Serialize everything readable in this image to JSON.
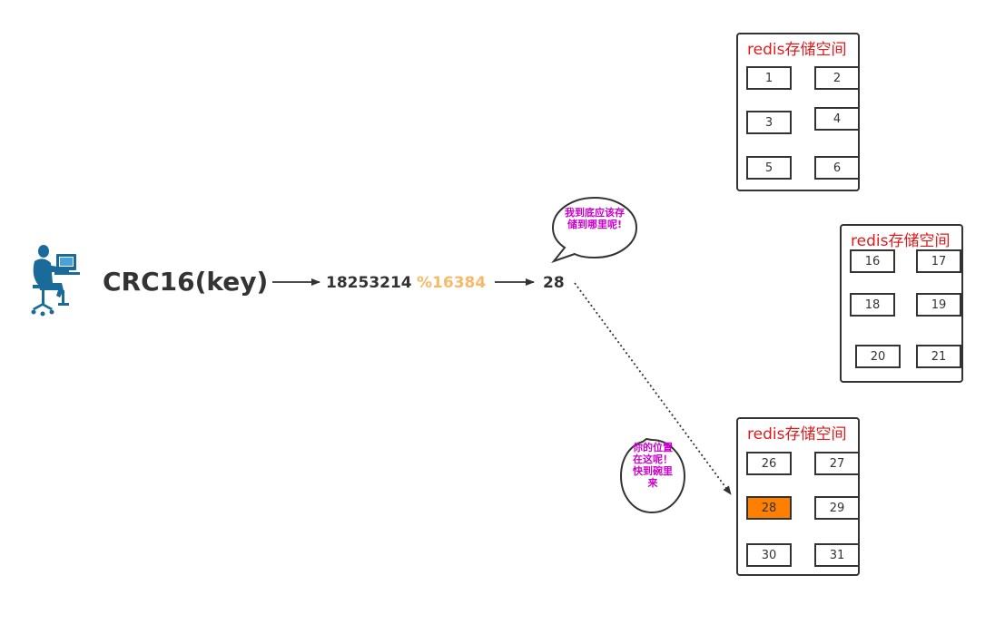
{
  "flow": {
    "hash_function": "CRC16(key)",
    "hash_value": "18253214",
    "modulo": "%16384",
    "slot_result": "28"
  },
  "bubbles": {
    "question": "我到底应该存储到哪里呢!",
    "answer": "你的位置在这呢！快到碗里来"
  },
  "panels": [
    {
      "title": "redis存储空间",
      "slots": [
        "1",
        "2",
        "3",
        "4",
        "5",
        "6"
      ]
    },
    {
      "title": "redis存储空间",
      "slots": [
        "16",
        "17",
        "18",
        "19",
        "20",
        "21"
      ]
    },
    {
      "title": "redis存储空间",
      "slots": [
        "26",
        "27",
        "28",
        "29",
        "30",
        "31"
      ],
      "highlighted": "28"
    }
  ],
  "colors": {
    "text": "#333333",
    "modulo": "#f8b96a",
    "panel_title": "#e01b1b",
    "bubble_text": "#cc00cc",
    "highlight": "#ff8000",
    "user_icon": "#1a6a9a"
  },
  "icons": {
    "user": "person-at-computer-icon"
  }
}
